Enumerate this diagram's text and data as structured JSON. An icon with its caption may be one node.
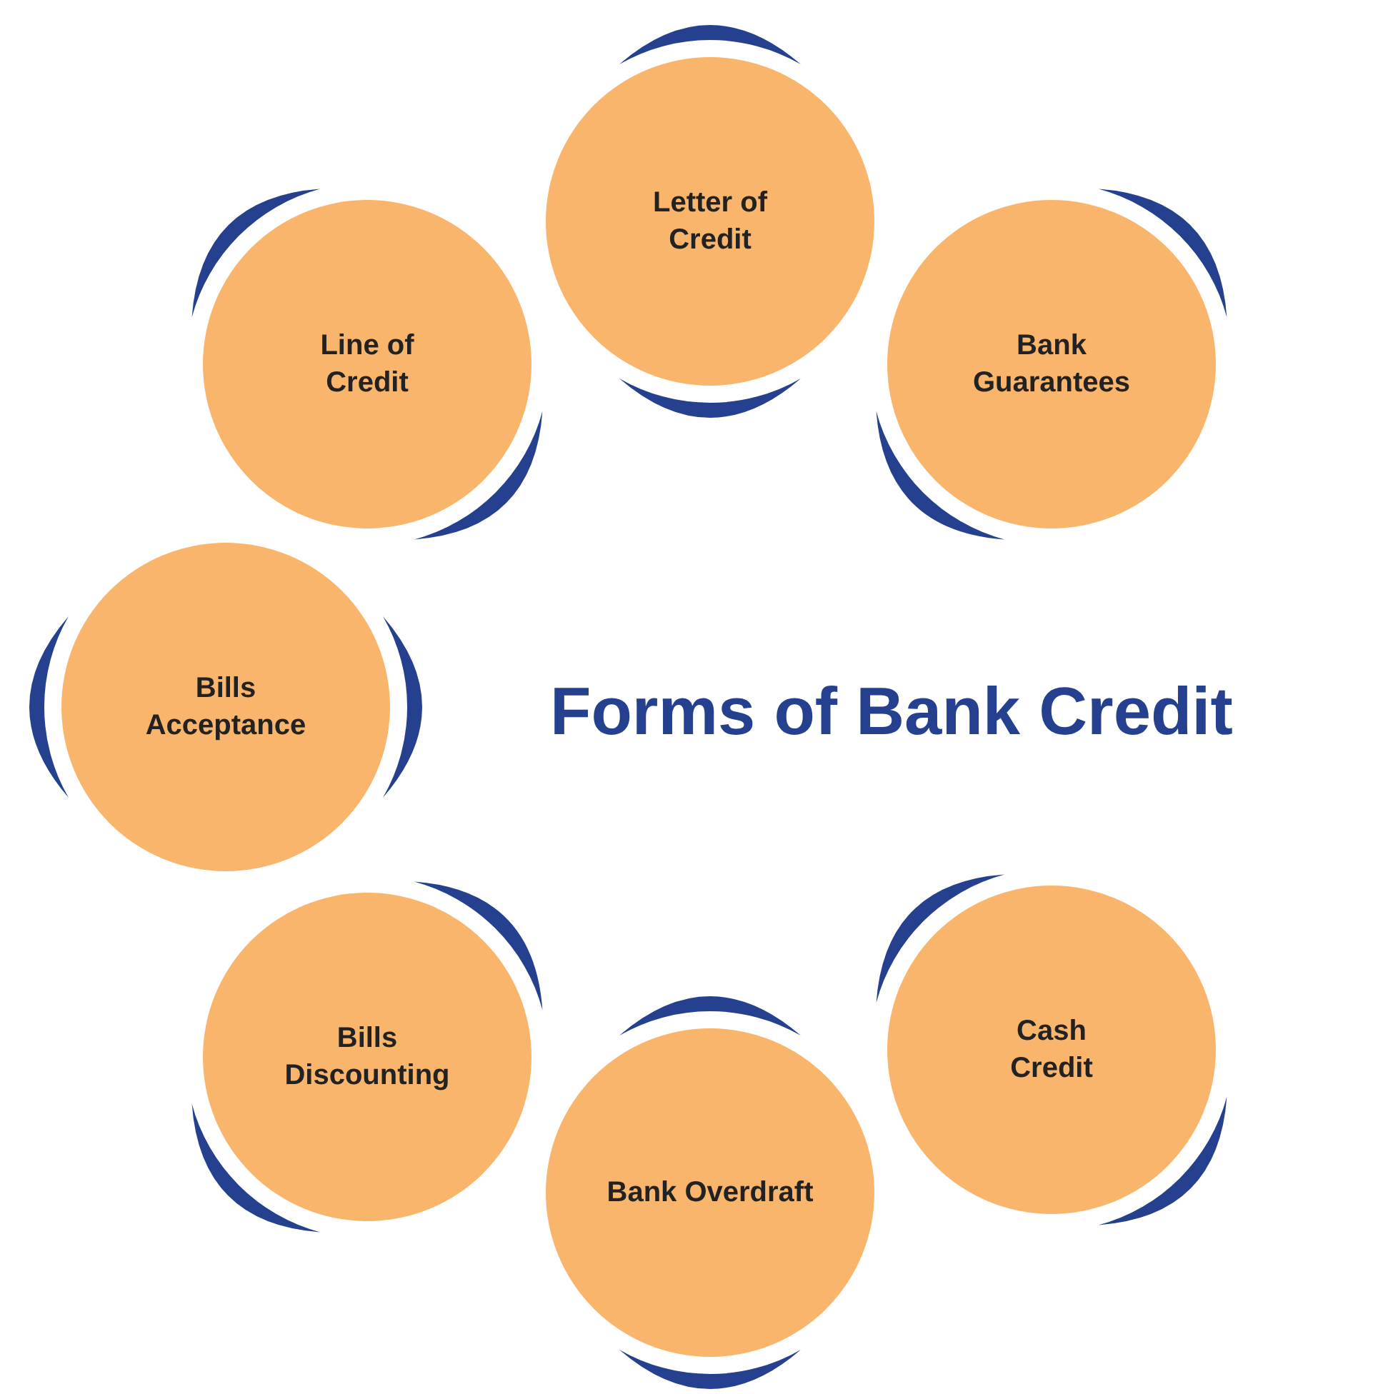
{
  "diagram": {
    "title": "Forms of Bank Credit",
    "nodes": [
      {
        "text": [
          "Letter of Credit"
        ]
      },
      {
        "text": [
          "Line of Credit"
        ]
      },
      {
        "text": [
          "Bank Guarantees"
        ]
      },
      {
        "text": [
          "Bills Acceptance"
        ]
      },
      {
        "text": [
          "Cash Credit"
        ]
      },
      {
        "text": [
          "Bills Discounting"
        ]
      },
      {
        "text": [
          "Bank Overdraft"
        ]
      }
    ],
    "edges": []
  }
}
